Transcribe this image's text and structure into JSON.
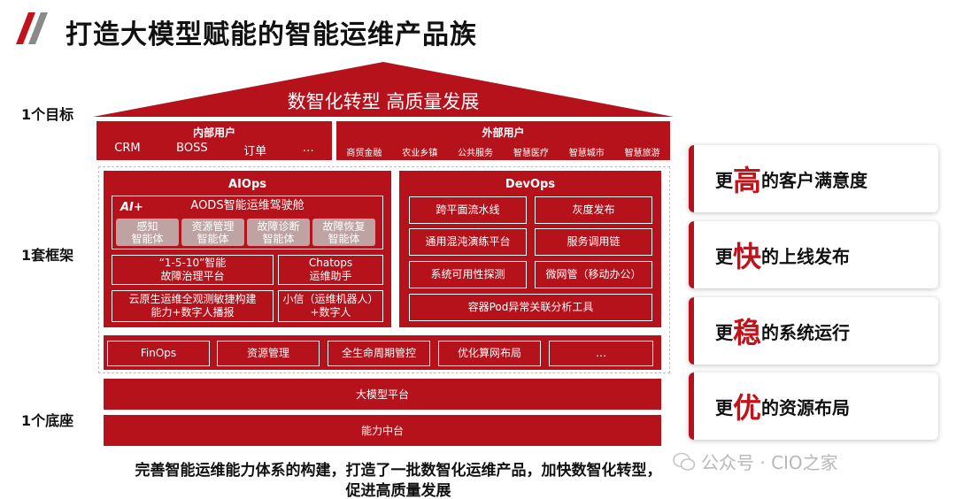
{
  "title": "打造大模型赋能的智能运维产品族",
  "side_labels": {
    "goal": "1个目标",
    "framework": "1套框架",
    "base": "1个底座"
  },
  "roof_text": "数智化转型 高质量发展",
  "internal_users": {
    "title": "内部用户",
    "items": [
      "CRM",
      "BOSS",
      "订单",
      "…"
    ]
  },
  "external_users": {
    "title": "外部用户",
    "items": [
      "商贸金融",
      "农业乡镇",
      "公共服务",
      "智慧医疗",
      "智慧城市",
      "智慧旅游"
    ]
  },
  "aiops": {
    "title": "AIOps",
    "cockpit_badge": "AI+",
    "cockpit_title": "AODS智能运维驾驶舱",
    "chips": [
      {
        "line1": "感知",
        "line2": "智能体"
      },
      {
        "line1": "资源管理",
        "line2": "智能体"
      },
      {
        "line1": "故障诊断",
        "line2": "智能体"
      },
      {
        "line1": "故障恢复",
        "line2": "智能体"
      }
    ],
    "cells": [
      {
        "line1": "“1-5-10”智能",
        "line2": "故障治理平台"
      },
      {
        "line1": "Chatops",
        "line2": "运维助手"
      },
      {
        "line1": "云原生运维全观测敏捷构建",
        "line2": "能力+数字人播报"
      },
      {
        "line1": "小信（运维机器人）",
        "line2": "+数字人"
      }
    ]
  },
  "devops": {
    "title": "DevOps",
    "cells": [
      "跨平面流水线",
      "灰度发布",
      "通用混沌演练平台",
      "服务调用链",
      "系统可用性探测",
      "微网管（移动办公）",
      "容器Pod异常关联分析工具"
    ]
  },
  "ops_bar": [
    "FinOps",
    "资源管理",
    "全生命周期管控",
    "优化算网布局",
    "…"
  ],
  "base_bars": [
    "大模型平台",
    "能力中台"
  ],
  "benefits": [
    {
      "prefix": "更",
      "big": "高",
      "suffix": "的客户满意度"
    },
    {
      "prefix": "更",
      "big": "快",
      "suffix": "的上线发布"
    },
    {
      "prefix": "更",
      "big": "稳",
      "suffix": "的系统运行"
    },
    {
      "prefix": "更",
      "big": "优",
      "suffix": "的资源布局"
    }
  ],
  "bottom_lines": [
    "完善智能运维能力体系的构建，打造了一批数智化运维产品，加快数智化转型，",
    "促进高质量发展"
  ],
  "watermark": "公众号 · CIO之家",
  "colors": {
    "brand_red": "#b5121b",
    "chip_grey": "#bfa3a3"
  }
}
